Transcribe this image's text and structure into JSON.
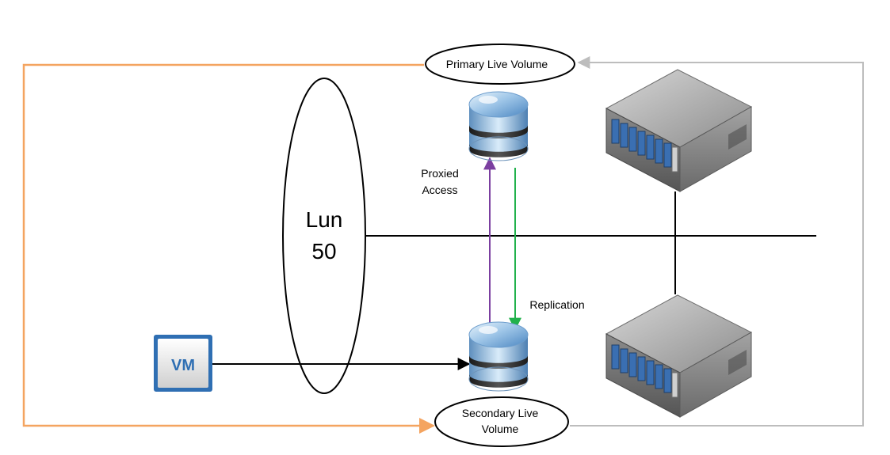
{
  "diagram": {
    "primary_live_volume": {
      "label": "Primary Live Volume"
    },
    "secondary_live_volume": {
      "label_line1": "Secondary Live",
      "label_line2": "Volume"
    },
    "lun": {
      "line1": "Lun",
      "line2": "50"
    },
    "proxied_access": {
      "line1": "Proxied",
      "line2": "Access"
    },
    "replication": {
      "label": "Replication"
    },
    "vm": {
      "label": "VM"
    },
    "colors": {
      "orange_path": "#f4a460",
      "gray_path": "#bdbdbd",
      "proxied_access_arrow": "#7b3fa0",
      "replication_arrow": "#22b14c",
      "connector_black": "#000000",
      "vm_border": "#2f6fb3"
    }
  }
}
